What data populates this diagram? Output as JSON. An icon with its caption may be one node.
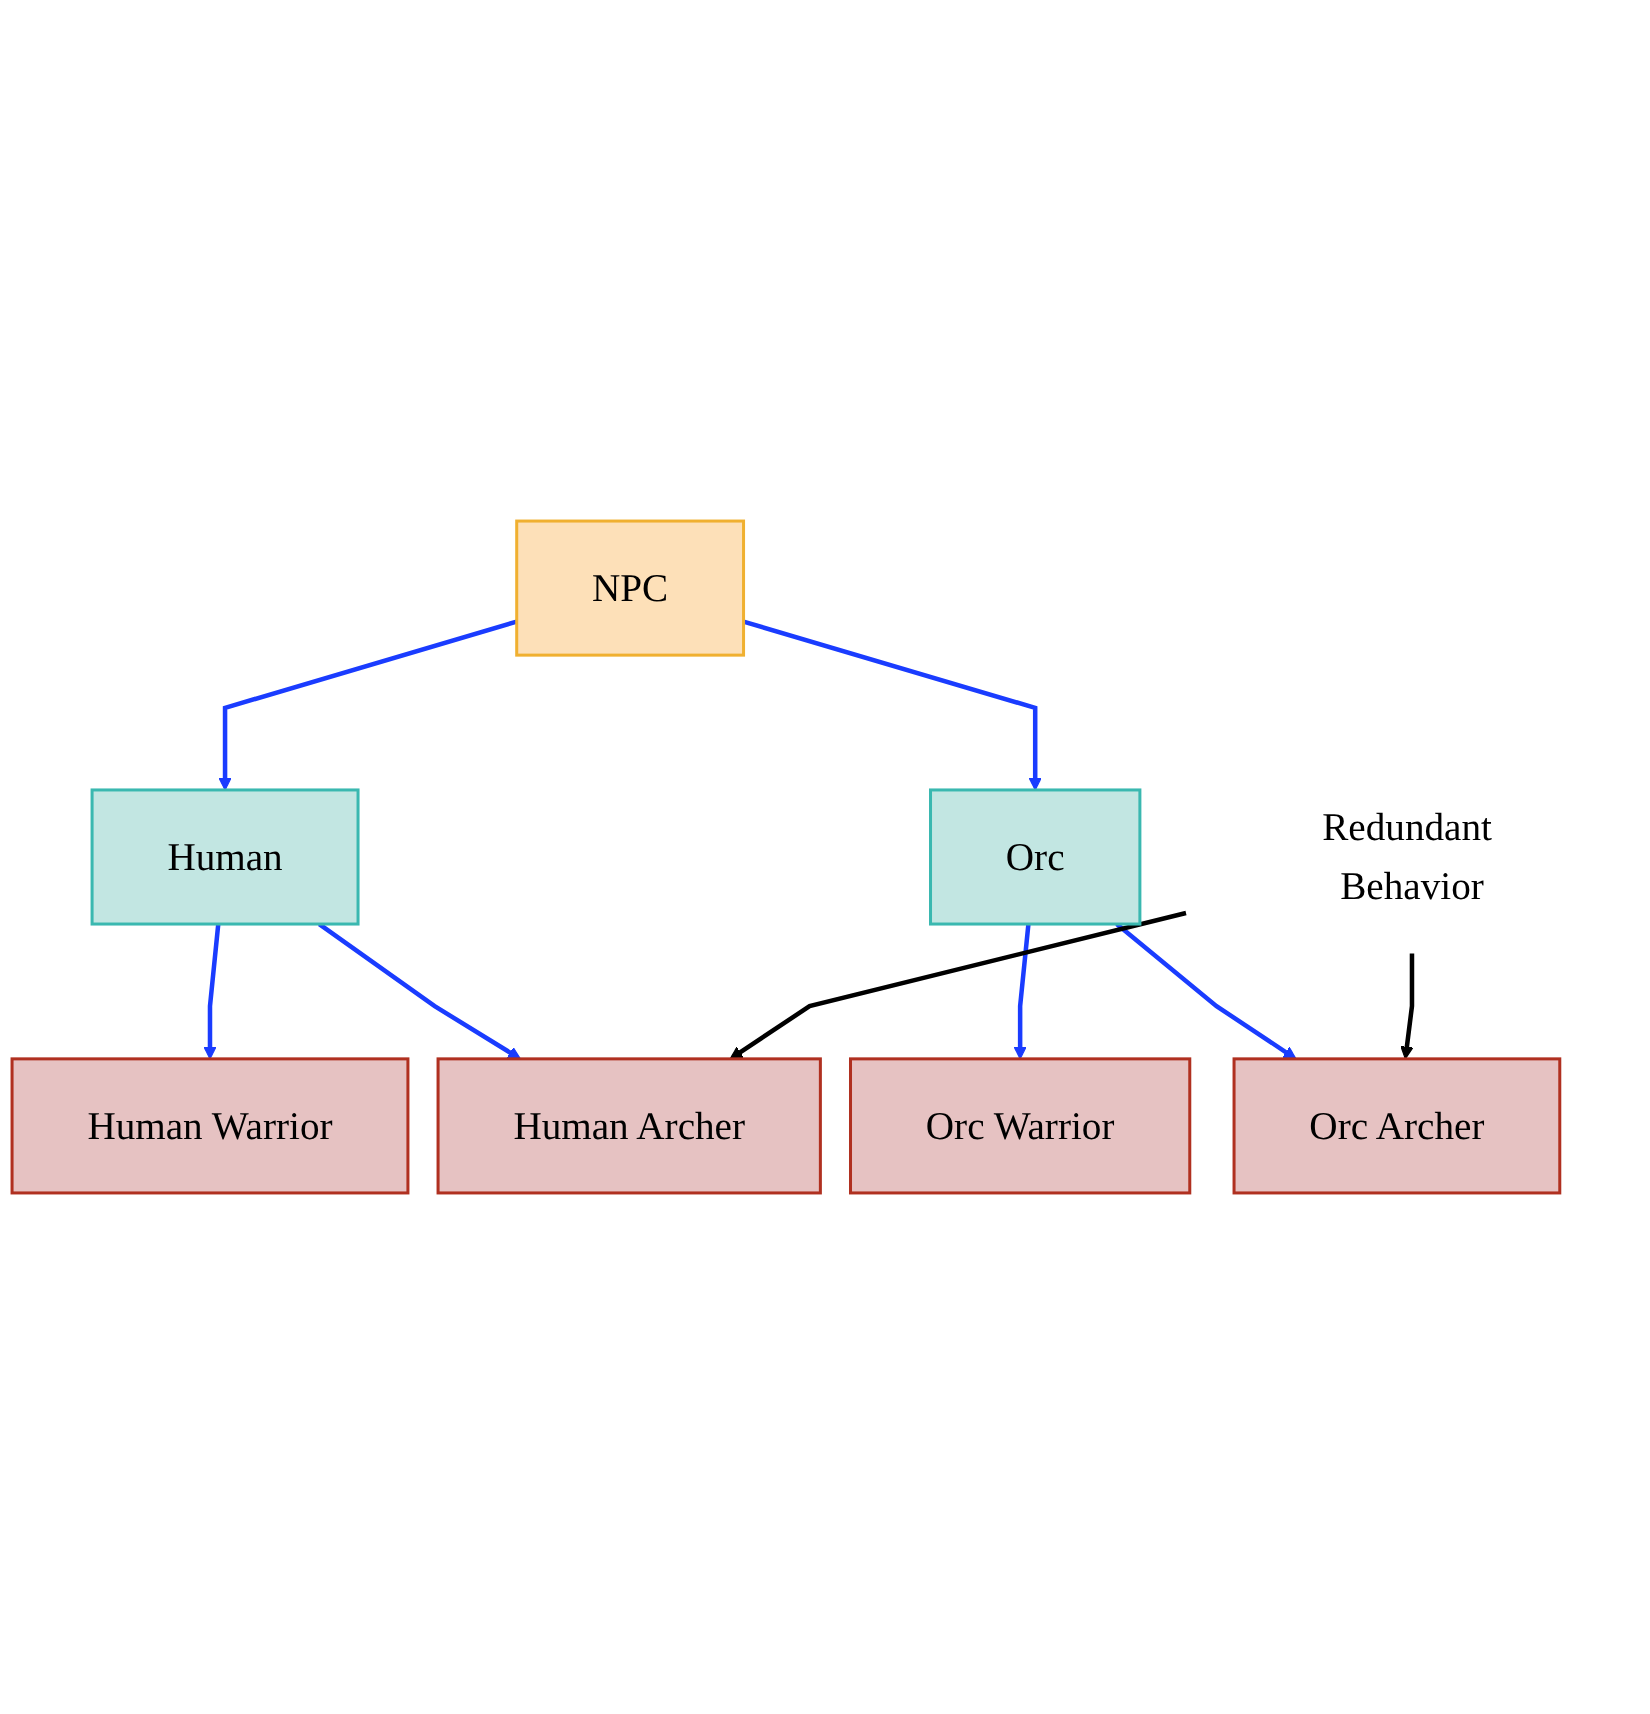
{
  "diagram": {
    "nodes": [
      {
        "text": [
          "NPC"
        ]
      },
      {
        "text": [
          "Human"
        ]
      },
      {
        "text": [
          "Orc"
        ]
      },
      {
        "text": [
          "Human Warrior"
        ]
      },
      {
        "text": [
          "Human Archer"
        ]
      },
      {
        "text": [
          "Orc Warrior"
        ]
      },
      {
        "text": [
          "Orc Archer"
        ]
      },
      {
        "text": [
          "Redundant Behavior"
        ]
      }
    ],
    "edges": [
      {
        "from": 0,
        "to": 1,
        "arrow": "to"
      },
      {
        "from": 0,
        "to": 2,
        "arrow": "to"
      },
      {
        "from": 1,
        "to": 3,
        "arrow": "to"
      },
      {
        "from": 1,
        "to": 4,
        "arrow": "to"
      },
      {
        "from": 2,
        "to": 5,
        "arrow": "to"
      },
      {
        "from": 2,
        "to": 6,
        "arrow": "to"
      },
      {
        "from": 7,
        "to": 4,
        "arrow": "to",
        "color": "#000000"
      },
      {
        "from": 7,
        "to": 6,
        "arrow": "to",
        "color": "#000000"
      }
    ]
  }
}
